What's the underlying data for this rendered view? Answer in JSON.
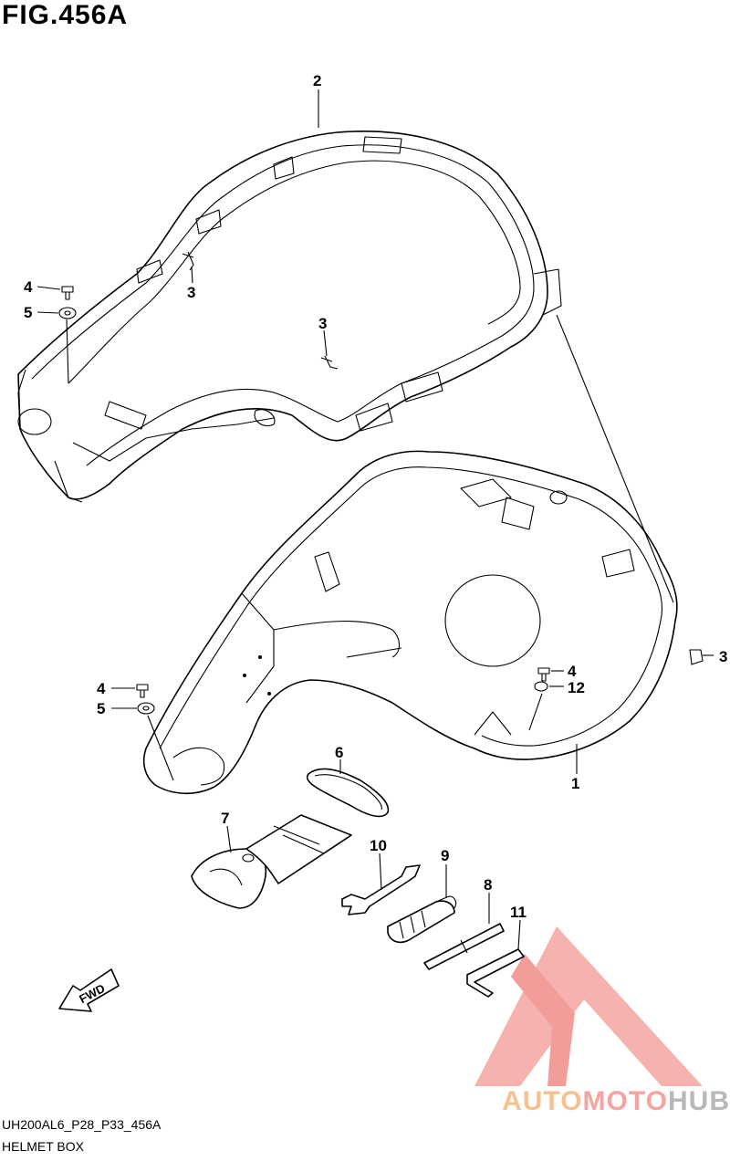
{
  "figure": {
    "title": "FIG.456A",
    "code": "UH200AL6_P28_P33_456A",
    "name": "HELMET BOX"
  },
  "callouts": {
    "c1": "1",
    "c2": "2",
    "c3a": "3",
    "c3b": "3",
    "c3c": "3",
    "c4a": "4",
    "c4b": "4",
    "c4c": "4",
    "c5a": "5",
    "c5b": "5",
    "c6": "6",
    "c7": "7",
    "c8": "8",
    "c9": "9",
    "c10": "10",
    "c11": "11",
    "c12": "12"
  },
  "fwd_label": "FWD",
  "watermark": {
    "part1": "AUTO",
    "part2": "MOTO",
    "part3": "HUB",
    "colors": {
      "auto": "#f4c190",
      "moto": "#f4a5a0",
      "hub": "#b8b8b8",
      "triangle": "#f08c88"
    }
  }
}
